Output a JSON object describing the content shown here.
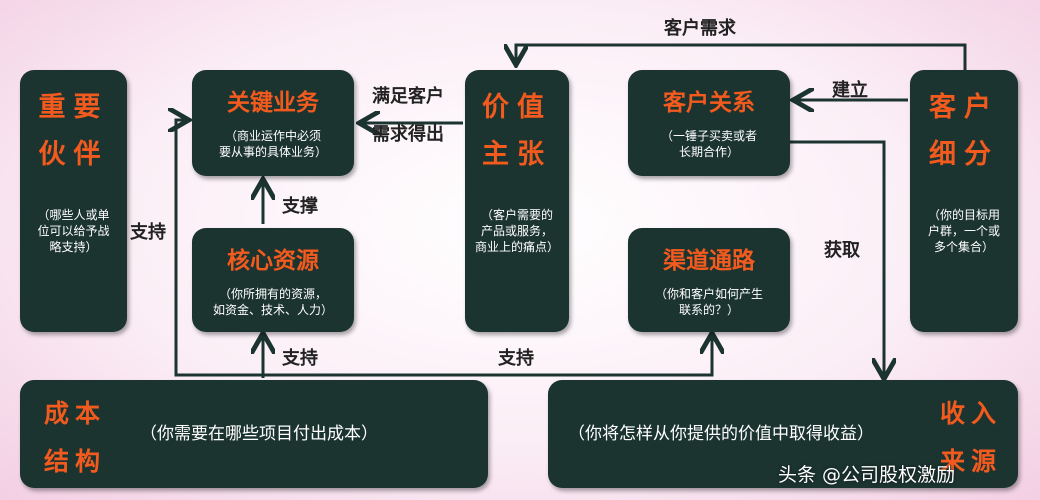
{
  "partners": {
    "title_line1": "重要",
    "title_line2": "伙伴",
    "desc_line1": "（哪些人或单",
    "desc_line2": "位可以给予战",
    "desc_line3": "略支持）"
  },
  "activities": {
    "title": "关键业务",
    "desc_line1": "（商业运作中必须",
    "desc_line2": "要从事的具体业务）"
  },
  "resources": {
    "title": "核心资源",
    "desc_line1": "（你所拥有的资源，",
    "desc_line2": "如资金、技术、人力）"
  },
  "value": {
    "title_line1": "价值",
    "title_line2": "主张",
    "desc_line1": "（客户需要的",
    "desc_line2": "产品或服务，",
    "desc_line3": "商业上的痛点）"
  },
  "relationships": {
    "title": "客户关系",
    "desc_line1": "（一锤子买卖或者",
    "desc_line2": "长期合作）"
  },
  "channels": {
    "title": "渠道通路",
    "desc_line1": "（你和客户如何产生",
    "desc_line2": "联系的？）"
  },
  "segments": {
    "title_line1": "客户",
    "title_line2": "细分",
    "desc_line1": "（你的目标用",
    "desc_line2": "户群，一个或",
    "desc_line3": "多个集合）"
  },
  "cost": {
    "title_line1": "成本",
    "title_line2": "结构",
    "desc": "（你需要在哪些项目付出成本）"
  },
  "revenue": {
    "title_line1": "收入",
    "title_line2": "来源",
    "desc": "（你将怎样从你提供的价值中取得收益）"
  },
  "labels": {
    "customer_needs": "客户需求",
    "build": "建立",
    "satisfy_line1": "满足客户",
    "satisfy_line2": "需求得出",
    "support_left": "支持",
    "support_vertical": "支撑",
    "support_bottom_left": "支持",
    "support_bottom_mid": "支持",
    "acquire": "获取"
  },
  "watermark": "头条 @公司股权激励",
  "colors": {
    "box": "#1c3430",
    "title": "#f25a1e",
    "arrow": "#1c3430"
  }
}
